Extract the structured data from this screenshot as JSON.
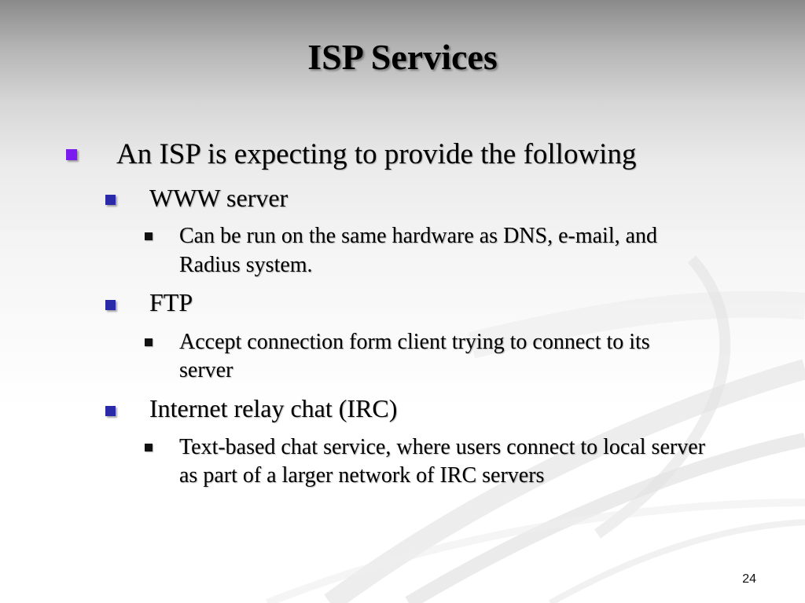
{
  "slide": {
    "title": "ISP  Services",
    "page_number": "24",
    "bullets": [
      {
        "text": "An ISP is expecting to provide the following",
        "children": [
          {
            "text": "WWW server",
            "children": [
              {
                "lines": [
                  "Can be run on the same hardware as DNS, e-mail, and",
                  "Radius system."
                ]
              }
            ]
          },
          {
            "text": "FTP",
            "children": [
              {
                "lines": [
                  "Accept connection form client trying to connect to its",
                  "server"
                ]
              }
            ]
          },
          {
            "text": "Internet relay chat (IRC)",
            "children": [
              {
                "lines": [
                  "Text-based chat service, where users connect to local server",
                  "as part of a larger network of IRC servers"
                ]
              }
            ]
          }
        ]
      }
    ]
  },
  "colors": {
    "level1_bullet": "#7a1cf0",
    "level2_bullet": "#2a2aa8",
    "level3_bullet": "#111111"
  }
}
